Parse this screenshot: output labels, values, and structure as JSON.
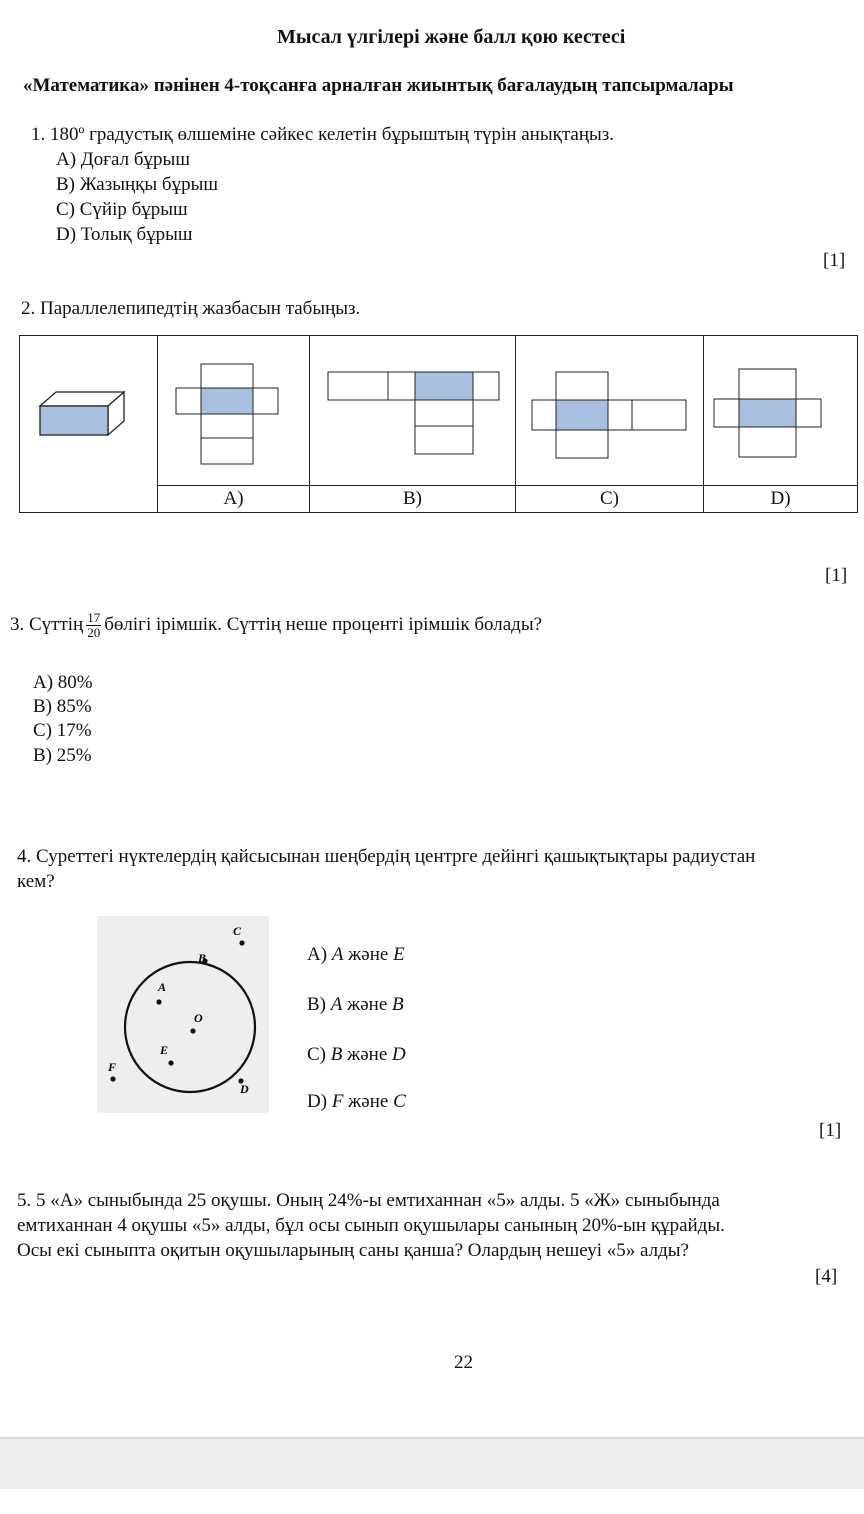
{
  "header": {
    "title": "Мысал үлгілері және балл қою кестесі",
    "subtitle": "«Математика» пәнінен 4-тоқсанға арналған жиынтық бағалаудың тапсырмалары"
  },
  "q1": {
    "text": "1. 180º градустық өлшеміне сәйкес келетін бұрыштың түрін анықтаңыз.",
    "options": [
      "A) Доғал бұрыш",
      "B) Жазыңқы бұрыш",
      "C) Сүйір бұрыш",
      "D) Толық бұрыш"
    ],
    "score": "[1]"
  },
  "q2": {
    "text": "2. Параллелепипедтің жазбасын табыңыз.",
    "captions": [
      "A)",
      "B)",
      "C)",
      "D)"
    ],
    "score": "[1]"
  },
  "q3": {
    "prefix": "3. Сүттің",
    "numerator": "17",
    "denominator": "20",
    "suffix": "бөлігі ірімшік. Сүттің неше проценті ірімшік болады?",
    "options": [
      "A) 80%",
      "B) 85%",
      "C) 17%",
      "B) 25%"
    ]
  },
  "q4": {
    "text_line1": "4. Суреттегі нүктелердің қайсысынан шеңбердің центрге дейінгі қашықтықтары радиустан",
    "text_line2": "кем?",
    "point_labels": {
      "A": "A",
      "B": "B",
      "C": "C",
      "D": "D",
      "E": "E",
      "F": "F",
      "O": "O"
    },
    "options": [
      {
        "pre": "A) ",
        "v1": "A",
        "mid": " және ",
        "v2": "E"
      },
      {
        "pre": "B) ",
        "v1": "A",
        "mid": " және ",
        "v2": "B"
      },
      {
        "pre": "C) ",
        "v1": "B",
        "mid": " және ",
        "v2": "D"
      },
      {
        "pre": "D) ",
        "v1": "F",
        "mid": " және ",
        "v2": "C"
      }
    ],
    "score": "[1]"
  },
  "q5": {
    "line1": "5. 5 «А» сыныбында 25 оқушы. Оның 24%-ы емтиханнан «5» алды. 5 «Ж» сыныбында",
    "line2": "емтиханнан 4 оқушы «5» алды, бұл осы сынып оқушылары санының 20%-ын құрайды.",
    "line3": "Осы екі сыныпта оқитын оқушыларының саны қанша? Олардың нешеуі «5» алды?",
    "score": "[4]"
  },
  "footer": {
    "page_number": "22"
  },
  "colors": {
    "fill": "#a8bfe0",
    "stroke": "#222222"
  }
}
